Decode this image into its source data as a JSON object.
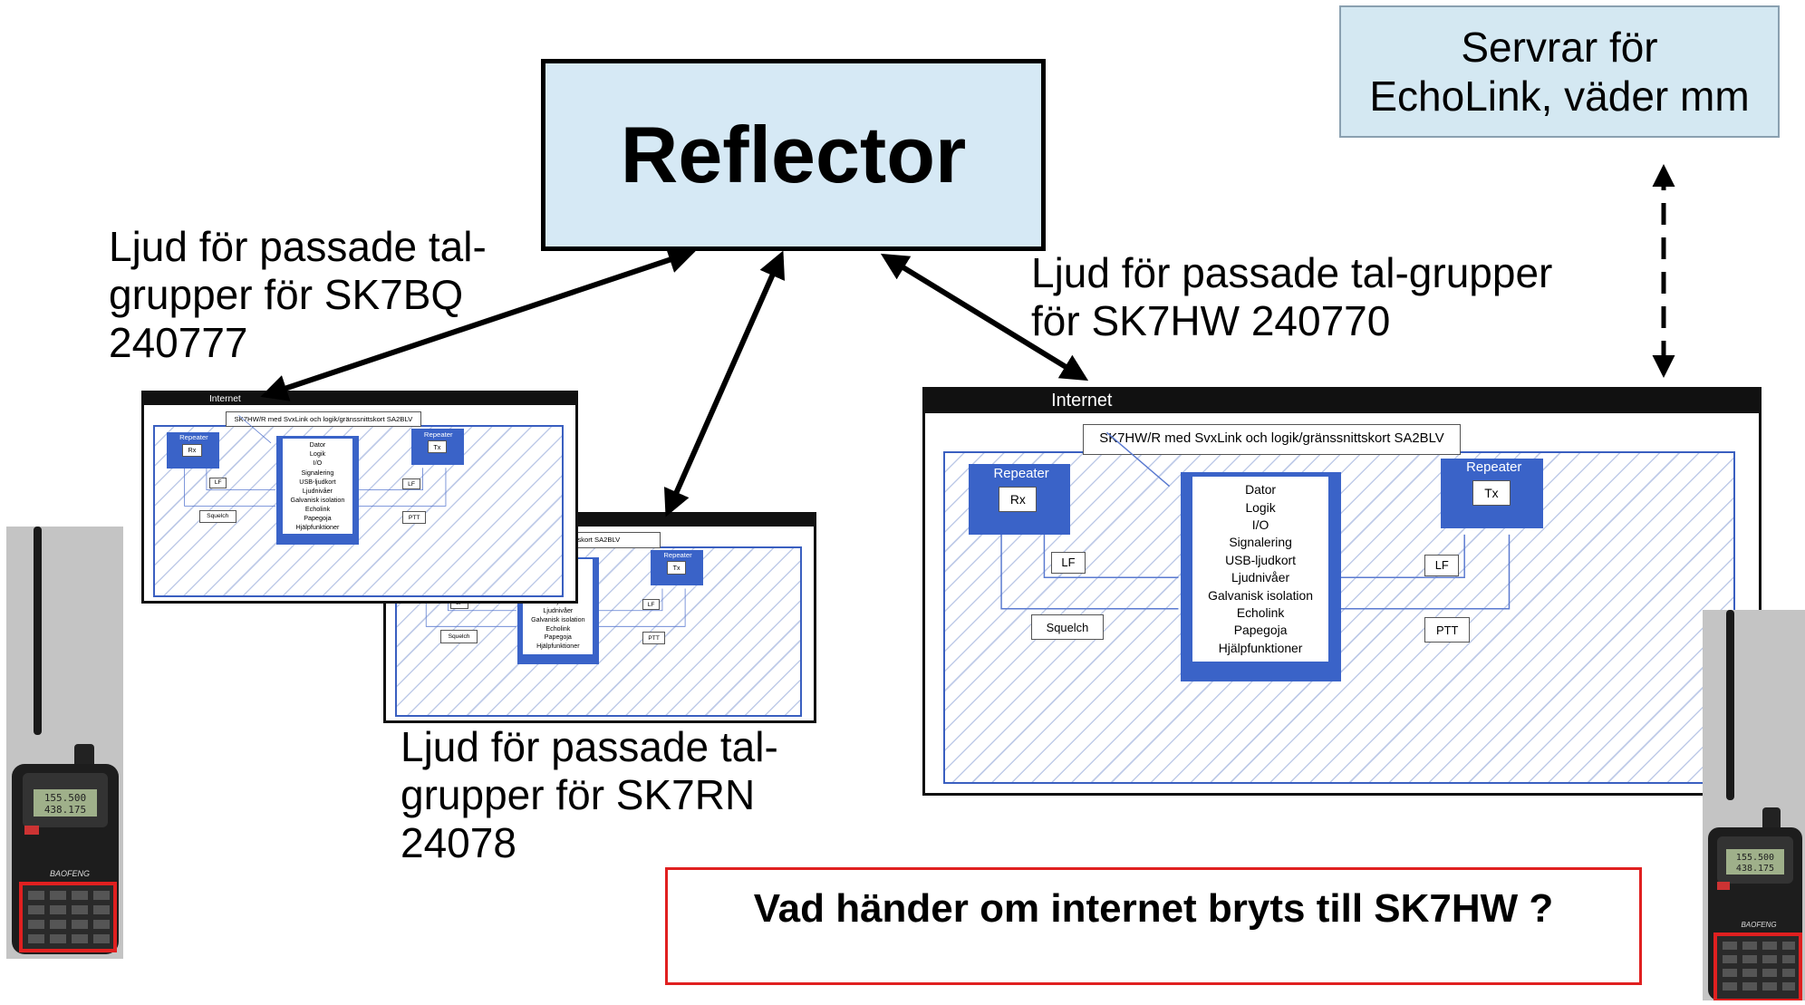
{
  "reflector": {
    "label": "Reflector"
  },
  "servrar": {
    "line1": "Servrar för",
    "line2": "EchoLink, väder mm"
  },
  "labels": {
    "sk7bq": [
      "Ljud för passade tal-",
      "grupper för SK7BQ",
      "240777"
    ],
    "sk7rn": [
      "Ljud för passade tal-",
      "grupper för SK7RN",
      "24078"
    ],
    "sk7hw": [
      "Ljud för passade tal-grupper",
      "för SK7HW 240770"
    ]
  },
  "question": "Vad händer om internet bryts till SK7HW ?",
  "diagram": {
    "internet": "Internet",
    "title": "SK7HW/R med SvxLink och logik/gränssnittskort SA2BLV",
    "title_partial": "ink och logik/gränssnittskort SA2BLV",
    "repeater": "Repeater",
    "rx": "Rx",
    "tx": "Tx",
    "lf": "LF",
    "squelch": "Squelch",
    "ptt": "PTT",
    "core_lines": [
      "Dator",
      "Logik",
      "I/O",
      "Signalering",
      "USB-ljudkort",
      "Ljudnivåer",
      "Galvanisk isolation",
      "Echolink",
      "Papegoja",
      "Hjälpfunktioner"
    ]
  },
  "radio": {
    "display_line1": "155.500",
    "display_line2": "438.175",
    "brand": "BAOFENG"
  },
  "colors": {
    "reflector_fill": "#d6e9f5",
    "servrar_fill": "#d4e8f2",
    "diagram_blue": "#3a63c8",
    "question_border": "#e02020"
  }
}
